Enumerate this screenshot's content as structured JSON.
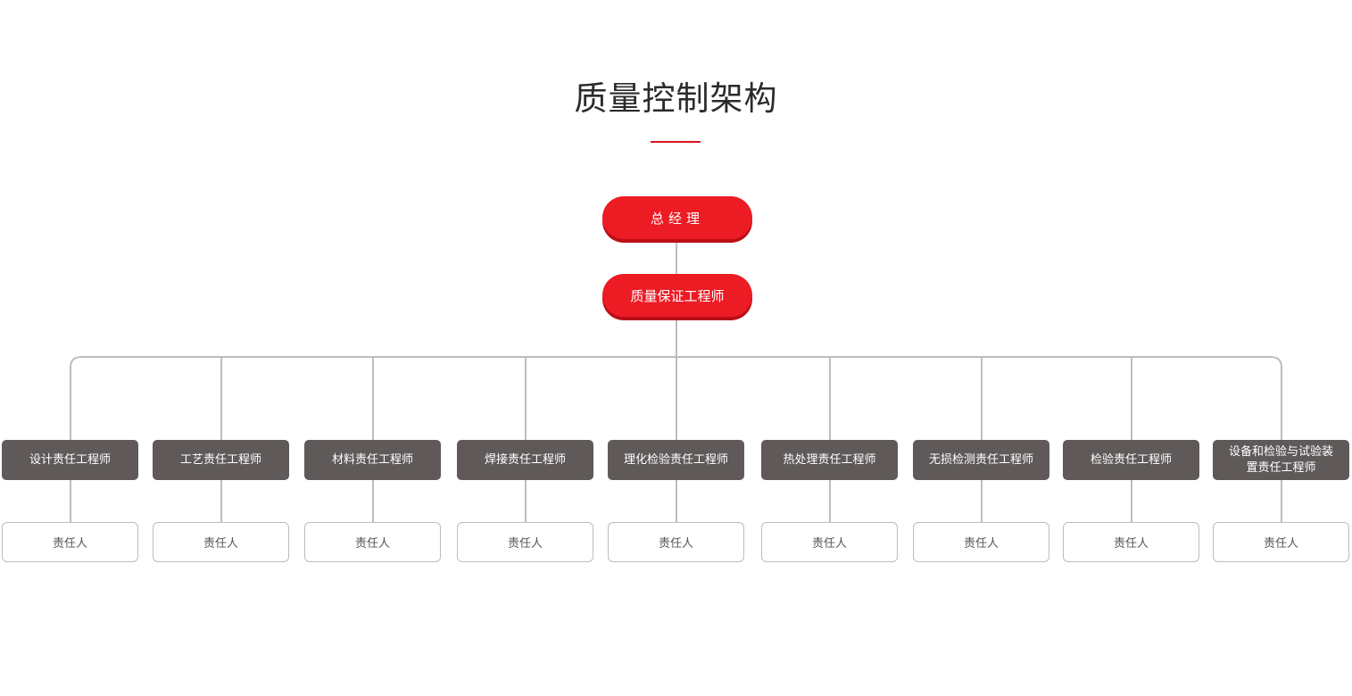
{
  "header": {
    "title": "质量控制架构"
  },
  "chart": {
    "top_node": "总经理",
    "second_node": "质量保证工程师",
    "roles": [
      "设计责任工程师",
      "工艺责任工程师",
      "材料责任工程师",
      "焊接责任工程师",
      "理化检验责任工程师",
      "热处理责任工程师",
      "无损检测责任工程师",
      "检验责任工程师",
      "设备和检验与试验装置责任工程师"
    ],
    "responsible_label": "责任人"
  },
  "colors": {
    "accent_red": "#ec1b24",
    "role_box_gray": "#5f5a59",
    "connector_gray": "#bdbdbd"
  }
}
